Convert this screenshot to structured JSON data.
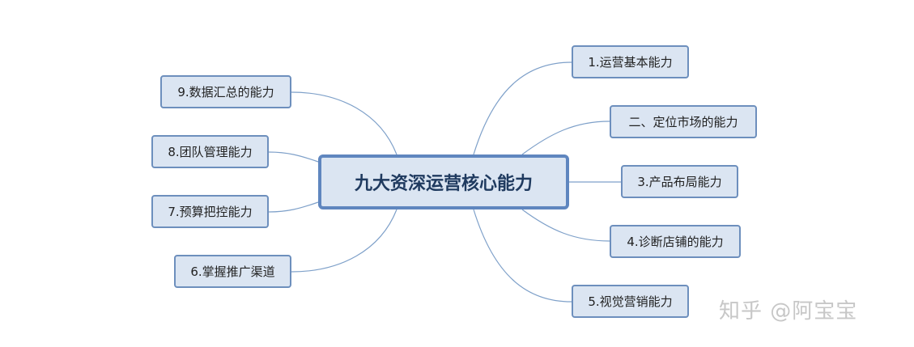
{
  "center": {
    "label": "九大资深运营核心能力"
  },
  "branches": [
    {
      "id": "n1",
      "label": "1.运营基本能力"
    },
    {
      "id": "n2",
      "label": "二、定位市场的能力"
    },
    {
      "id": "n3",
      "label": "3.产品布局能力"
    },
    {
      "id": "n4",
      "label": "4.诊断店铺的能力"
    },
    {
      "id": "n5",
      "label": "5.视觉营销能力"
    },
    {
      "id": "n6",
      "label": "6.掌握推广渠道"
    },
    {
      "id": "n7",
      "label": "7.预算把控能力"
    },
    {
      "id": "n8",
      "label": "8.团队管理能力"
    },
    {
      "id": "n9",
      "label": "9.数据汇总的能力"
    }
  ],
  "watermark": {
    "text": "知乎 @阿宝宝"
  },
  "colors": {
    "node_fill": "#dbe5f2",
    "node_border": "#6d8fbd",
    "center_border": "#5f86bf",
    "connector": "#7ea0c9",
    "watermark": "#c7c7c7"
  }
}
